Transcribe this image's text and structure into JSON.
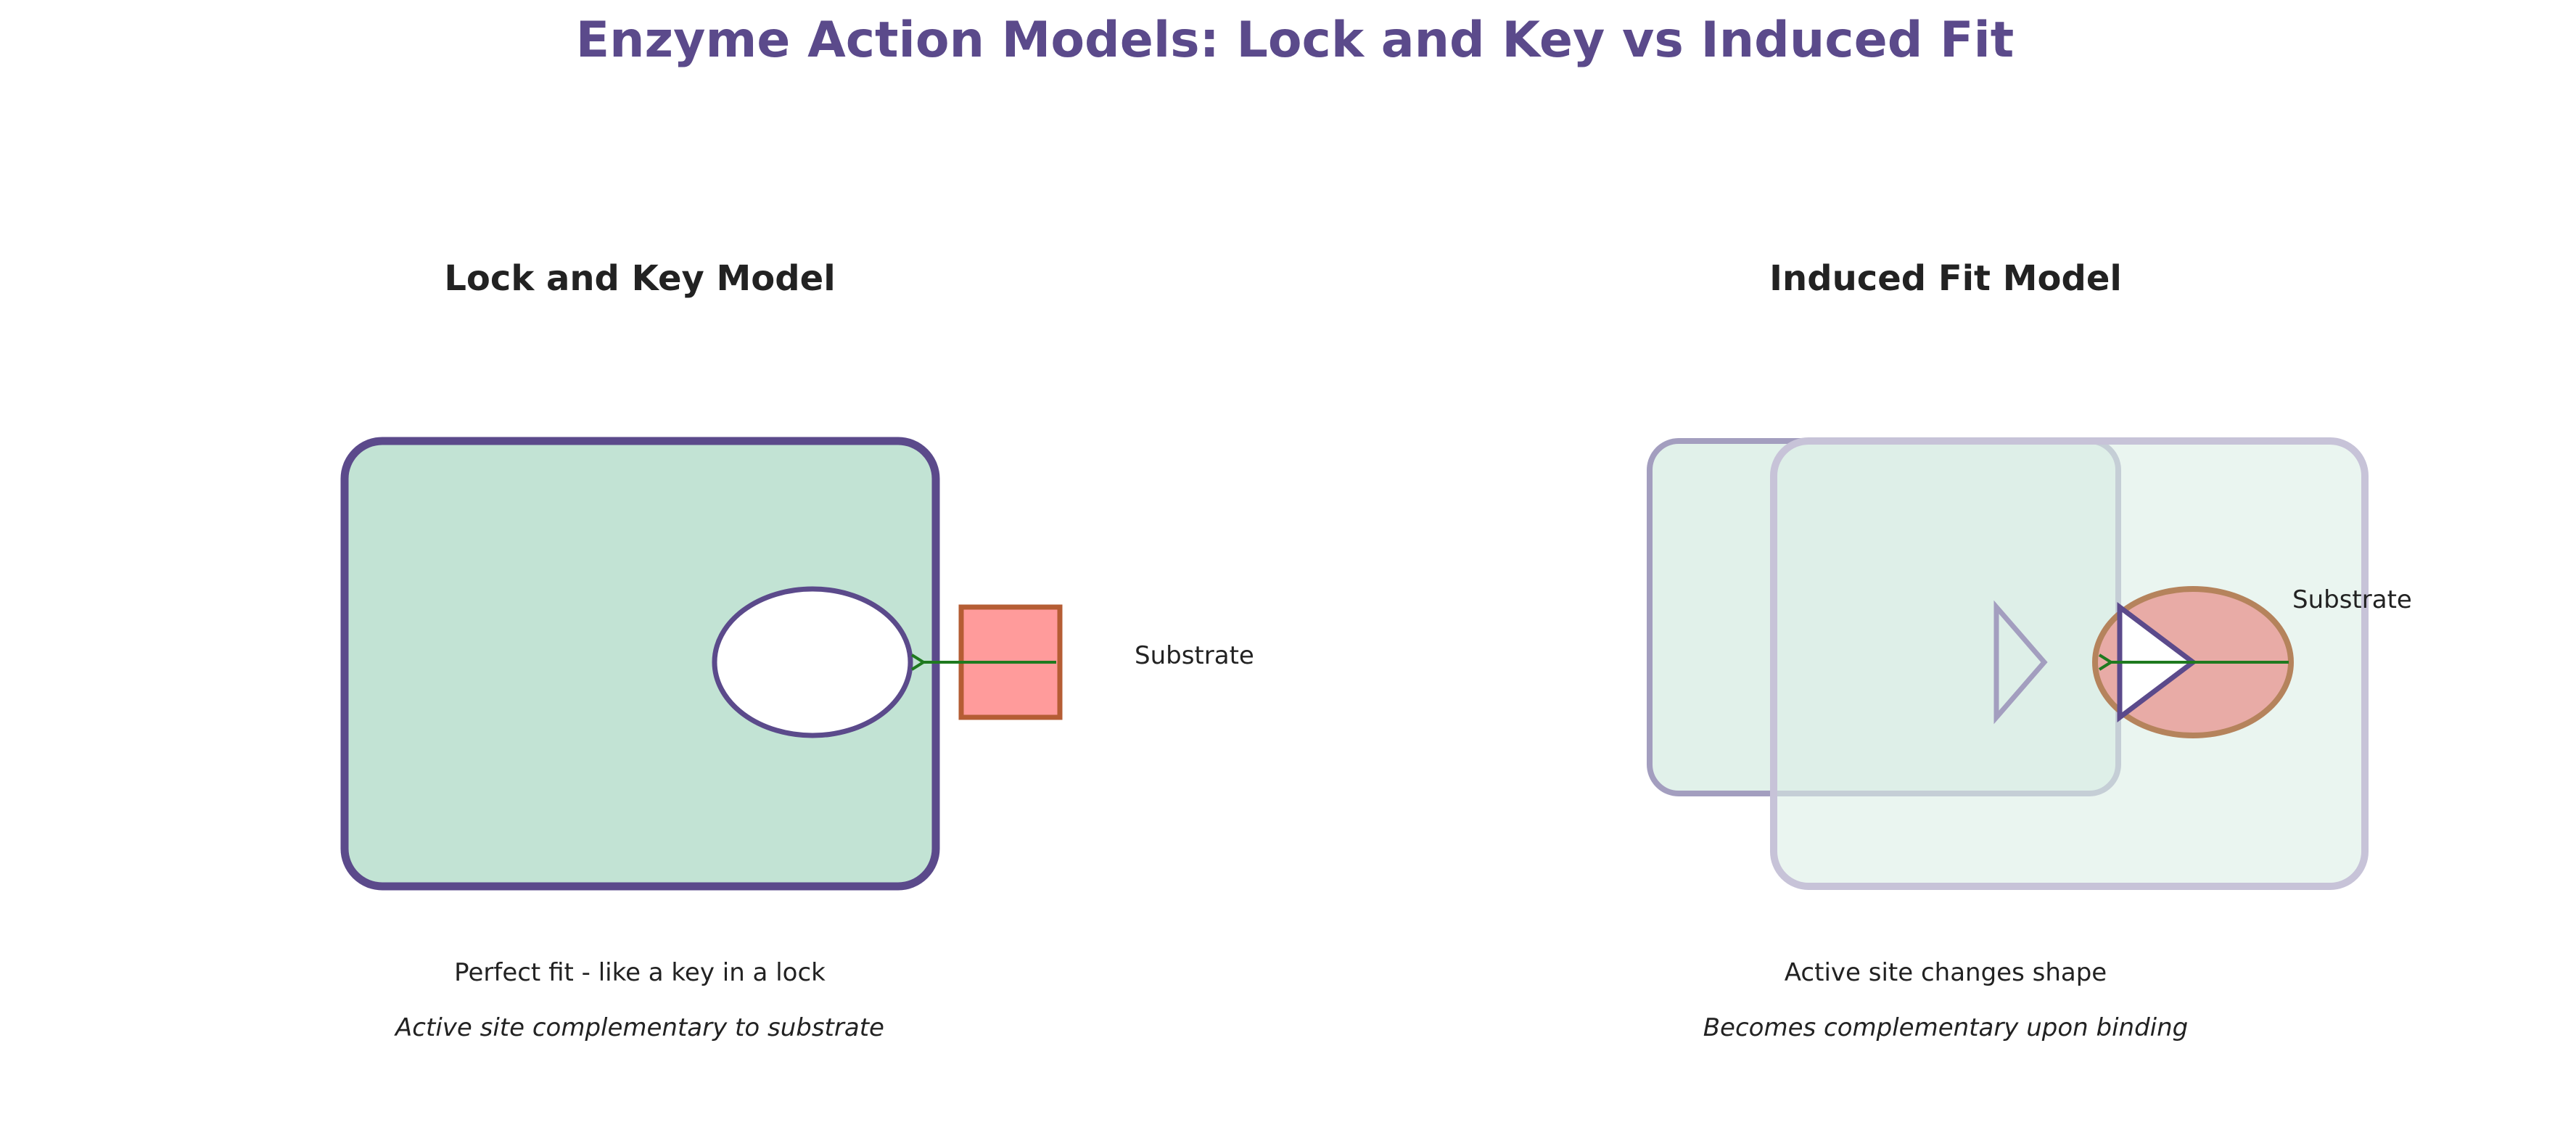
{
  "title": "Enzyme Action Models: Lock and Key vs Induced Fit",
  "colors": {
    "title": "#5b4a8b",
    "heading": "#222222",
    "enzyme_fill": "#c2e3d4",
    "enzyme_stroke": "#5b4a8b",
    "active_site_fill": "#ffffff",
    "substrate_square_fill": "#ff9b9b",
    "substrate_square_stroke": "#b55d34",
    "substrate_circle_fill": "#e8aba6",
    "substrate_circle_stroke": "#b5835c",
    "arrow": "#1f7a1f",
    "faded_stroke": "#a39ebf",
    "faded_fill": "#dcefe6"
  },
  "lock_and_key": {
    "heading": "Lock and Key Model",
    "substrate_label": "Substrate",
    "caption": "Perfect fit - like a key in a lock",
    "subcaption": "Active site complementary to substrate"
  },
  "induced_fit": {
    "heading": "Induced Fit Model",
    "substrate_label": "Substrate",
    "caption": "Active site changes shape",
    "subcaption": "Becomes complementary upon binding"
  }
}
